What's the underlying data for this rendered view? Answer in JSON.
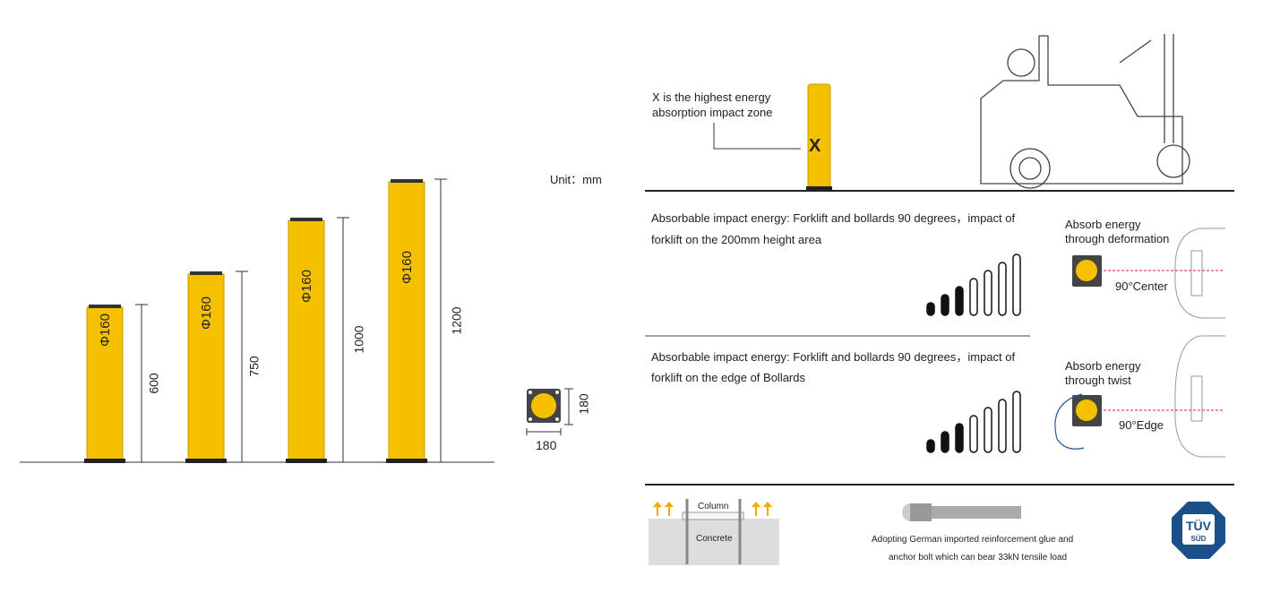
{
  "unit_label": "Unit：mm",
  "bollards": [
    {
      "diameter": "Φ160",
      "height": "600"
    },
    {
      "diameter": "Φ160",
      "height": "750"
    },
    {
      "diameter": "Φ160",
      "height": "1000"
    },
    {
      "diameter": "Φ160",
      "height": "1200"
    }
  ],
  "base_plate": {
    "width": "180",
    "depth": "180"
  },
  "impact_zone": {
    "marker": "X",
    "caption_line1": "X  is the highest energy",
    "caption_line2": "absorption impact zone"
  },
  "scenarios": [
    {
      "line1": "Absorbable impact energy: Forklift and bollards 90 degrees，impact of",
      "line2": "forklift on the 200mm height area",
      "mode_line1": "Absorb energy",
      "mode_line2": "through deformation",
      "angle": "90°Center",
      "filled_bars": 3,
      "total_bars": 7
    },
    {
      "line1": "Absorbable impact energy: Forklift and bollards 90 degrees，impact of",
      "line2": "forklift on the edge of Bollards",
      "mode_line1": "Absorb energy",
      "mode_line2": "through twist",
      "angle": "90°Edge",
      "filled_bars": 3,
      "total_bars": 7
    }
  ],
  "install": {
    "column_label": "Column",
    "concrete_label": "Concrete",
    "caption_line1": "Adopting German imported reinforcement glue and",
    "caption_line2": "anchor bolt which can bear 33kN tensile load"
  },
  "certification": {
    "logo_top": "TÜV",
    "logo_bottom": "SÜD"
  },
  "colors": {
    "bollard": "#f5c000",
    "tuv": "#1b4f8a",
    "laser": "#e02020"
  }
}
